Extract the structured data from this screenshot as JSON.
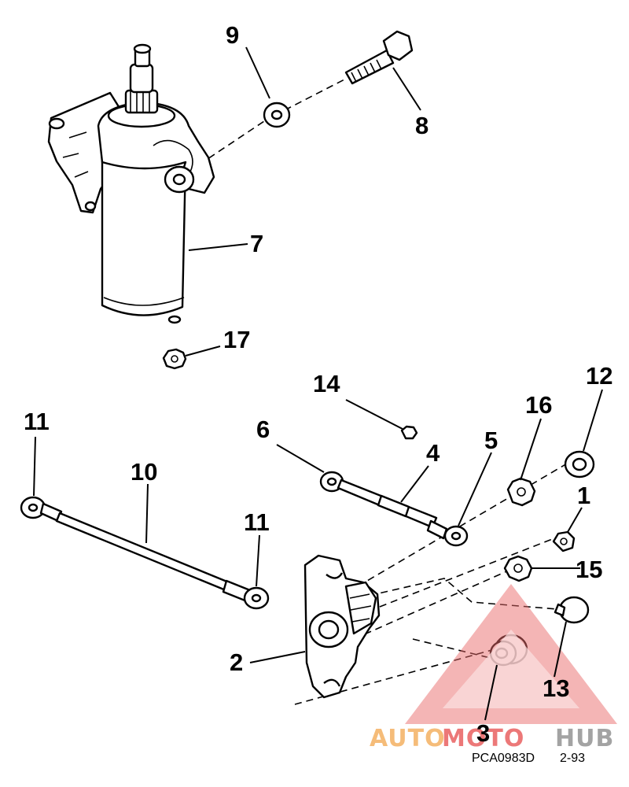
{
  "callouts": {
    "c1": "1",
    "c2": "2",
    "c3": "3",
    "c4": "4",
    "c5": "5",
    "c6": "6",
    "c7": "7",
    "c8": "8",
    "c9": "9",
    "c10": "10",
    "c11a": "11",
    "c11b": "11",
    "c12": "12",
    "c13": "13",
    "c14": "14",
    "c15": "15",
    "c16": "16",
    "c17": "17"
  },
  "footer": {
    "code": "PCA0983D",
    "date": "2-93"
  },
  "watermark": {
    "part1": "AUTO",
    "part2": "MOTO",
    "part3": "HUB",
    "color_orange": "#f5b56b",
    "color_red": "#ea6a6a",
    "color_gray": "#9a9a9a"
  }
}
